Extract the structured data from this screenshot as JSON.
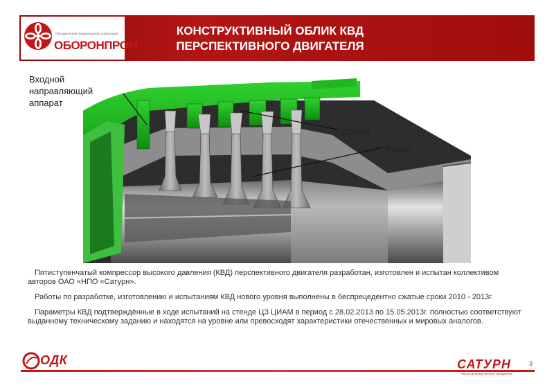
{
  "header": {
    "title_line1": "КОНСТРУКТИВНЫЙ ОБЛИК КВД",
    "title_line2": "ПЕРСПЕКТИВНОГО ДВИГАТЕЛЯ",
    "logo_name": "ОБОРОНПРОМ",
    "logo_tagline": "Объединенная промышленная корпорация",
    "brand_color": "#b31515"
  },
  "callouts": {
    "inlet_line1": "Входной",
    "inlet_line2": "направляющий",
    "inlet_line3": "аппарат",
    "stator": "Статор",
    "rotor": "Ротор"
  },
  "text": {
    "p1": "Пятиступенчатый компрессор высокого давления (КВД) перспективного двигателя разработан, изготовлен и испытан коллективом авторов ОАО «НПО «Сатурн».",
    "p2": "Работы по разработке, изготовлению и испытаниям КВД нового уровня выполнены в беспрецедентно сжатые сроки 2010 - 2013г.",
    "p3": "Параметры КВД подтверждённые в ходе испытаний на стенде ЦЗ ЦИАМ в период с 28.02.2013 по 15.05.2013г. полностью соответствуют выданному техническому заданию и находятся на уровне или превосходят характеристики отечественных и мировых аналогов."
  },
  "footer": {
    "left_logo": "ОДК",
    "right_logo": "САТУРН",
    "right_tagline": "научно-производственное объединение",
    "page_number": "3"
  }
}
